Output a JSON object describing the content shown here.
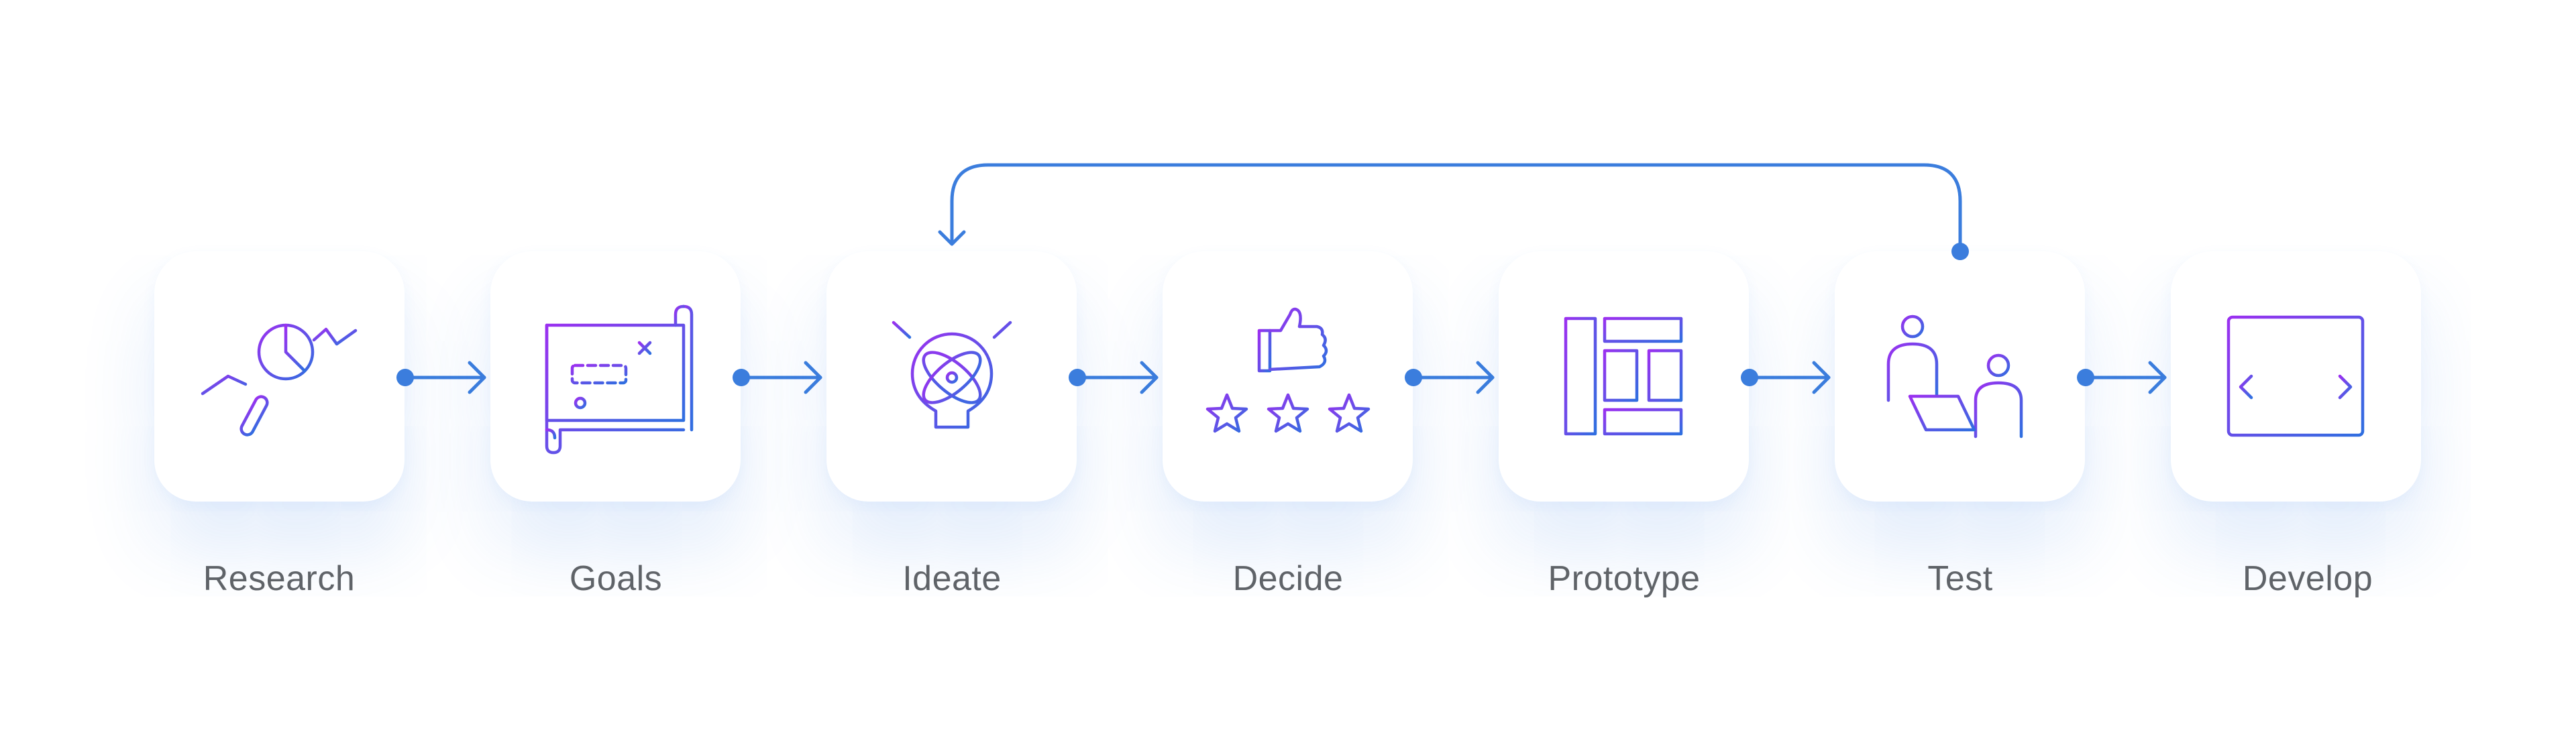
{
  "colors": {
    "gradient_start": "#9b30f0",
    "gradient_end": "#2f6fe0",
    "connector": "#3b7ddd",
    "label": "#5f6368"
  },
  "steps": [
    {
      "label": "Research",
      "icon": "research-chart-icon"
    },
    {
      "label": "Goals",
      "icon": "treasure-map-icon"
    },
    {
      "label": "Ideate",
      "icon": "lightbulb-atom-icon"
    },
    {
      "label": "Decide",
      "icon": "thumbs-up-stars-icon"
    },
    {
      "label": "Prototype",
      "icon": "wireframe-layout-icon"
    },
    {
      "label": "Test",
      "icon": "user-testing-icon"
    },
    {
      "label": "Develop",
      "icon": "code-window-icon"
    }
  ],
  "loop": {
    "from": "Test",
    "to": "Ideate"
  }
}
